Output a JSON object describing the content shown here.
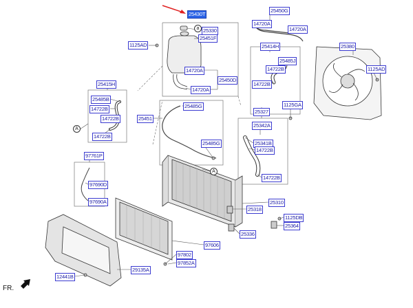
{
  "labels": {
    "p25430T": "25430T",
    "p25330": "25330",
    "p25451F": "25451F",
    "p1125AD_a": "1125AD",
    "p25450G": "25450G",
    "p14720A_a": "14720A",
    "p14720A_b": "14720A",
    "p25414H": "25414H",
    "p25485J": "25485J",
    "p14722B_a": "14722B",
    "p14722B_b": "14722B",
    "p14720A_c": "14720A",
    "p25450D": "25450D",
    "p14720A_d": "14720A",
    "p25380": "25380",
    "p1125AD_b": "1125AD",
    "p25415H": "25415H",
    "p25485B": "25485B",
    "p14722B_c": "14722B",
    "p14722B_d": "14722B",
    "p14722B_e": "14722B",
    "p25451": "25451",
    "p25485G_a": "25485G",
    "p25485G_b": "25485G",
    "p25327": "25327",
    "p1125GA": "1125GA",
    "p25342A": "25342A",
    "p25341B": "25341B",
    "p14722B_f": "14722B",
    "p14722B_g": "14722B",
    "p97761P": "97761P",
    "p97690D": "97690D",
    "p97690A": "97690A",
    "p25310": "25310",
    "p25318": "25318",
    "p1125DB": "1125DB",
    "p25364": "25364",
    "p25336": "25336",
    "p97606": "97606",
    "p97802": "97802",
    "p97852A": "97852A",
    "p29135A": "29135A",
    "p12441B": "12441B"
  },
  "callout_a": "A",
  "callout_a2": "a",
  "front_label": "FR.",
  "colors": {
    "highlight": "#2b63e6",
    "label_border": "#3a3ad0",
    "arrow": "#e02020"
  }
}
